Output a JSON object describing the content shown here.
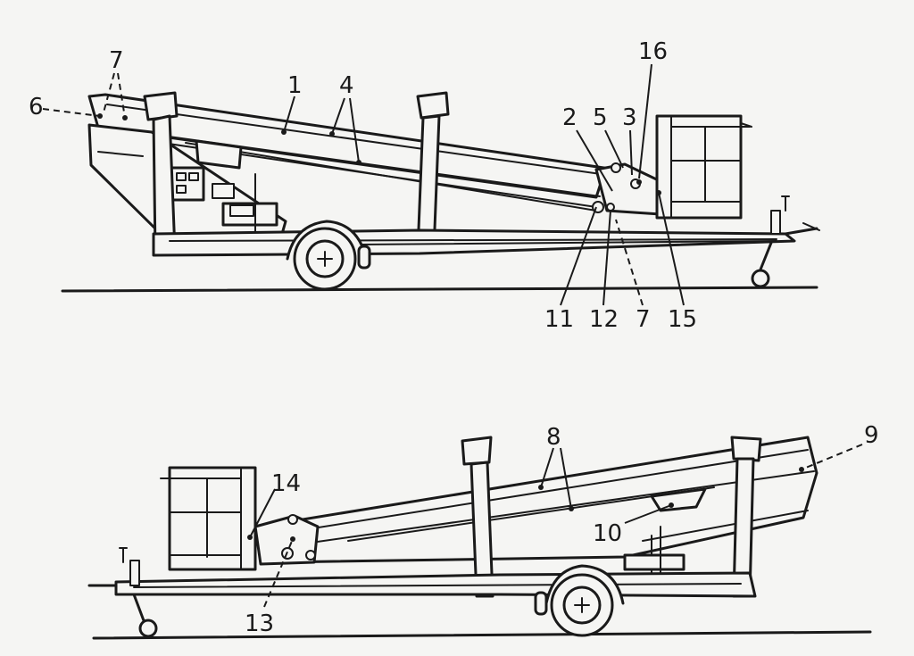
{
  "diagram": {
    "top_view_labels": {
      "l1": "1",
      "l2": "2",
      "l3": "3",
      "l4": "4",
      "l5": "5",
      "l6": "6",
      "l7a": "7",
      "l7b": "7",
      "l11": "11",
      "l12": "12",
      "l15": "15",
      "l16": "16"
    },
    "bottom_view_labels": {
      "l8": "8",
      "l9": "9",
      "l10": "10",
      "l13": "13",
      "l14": "14"
    }
  }
}
